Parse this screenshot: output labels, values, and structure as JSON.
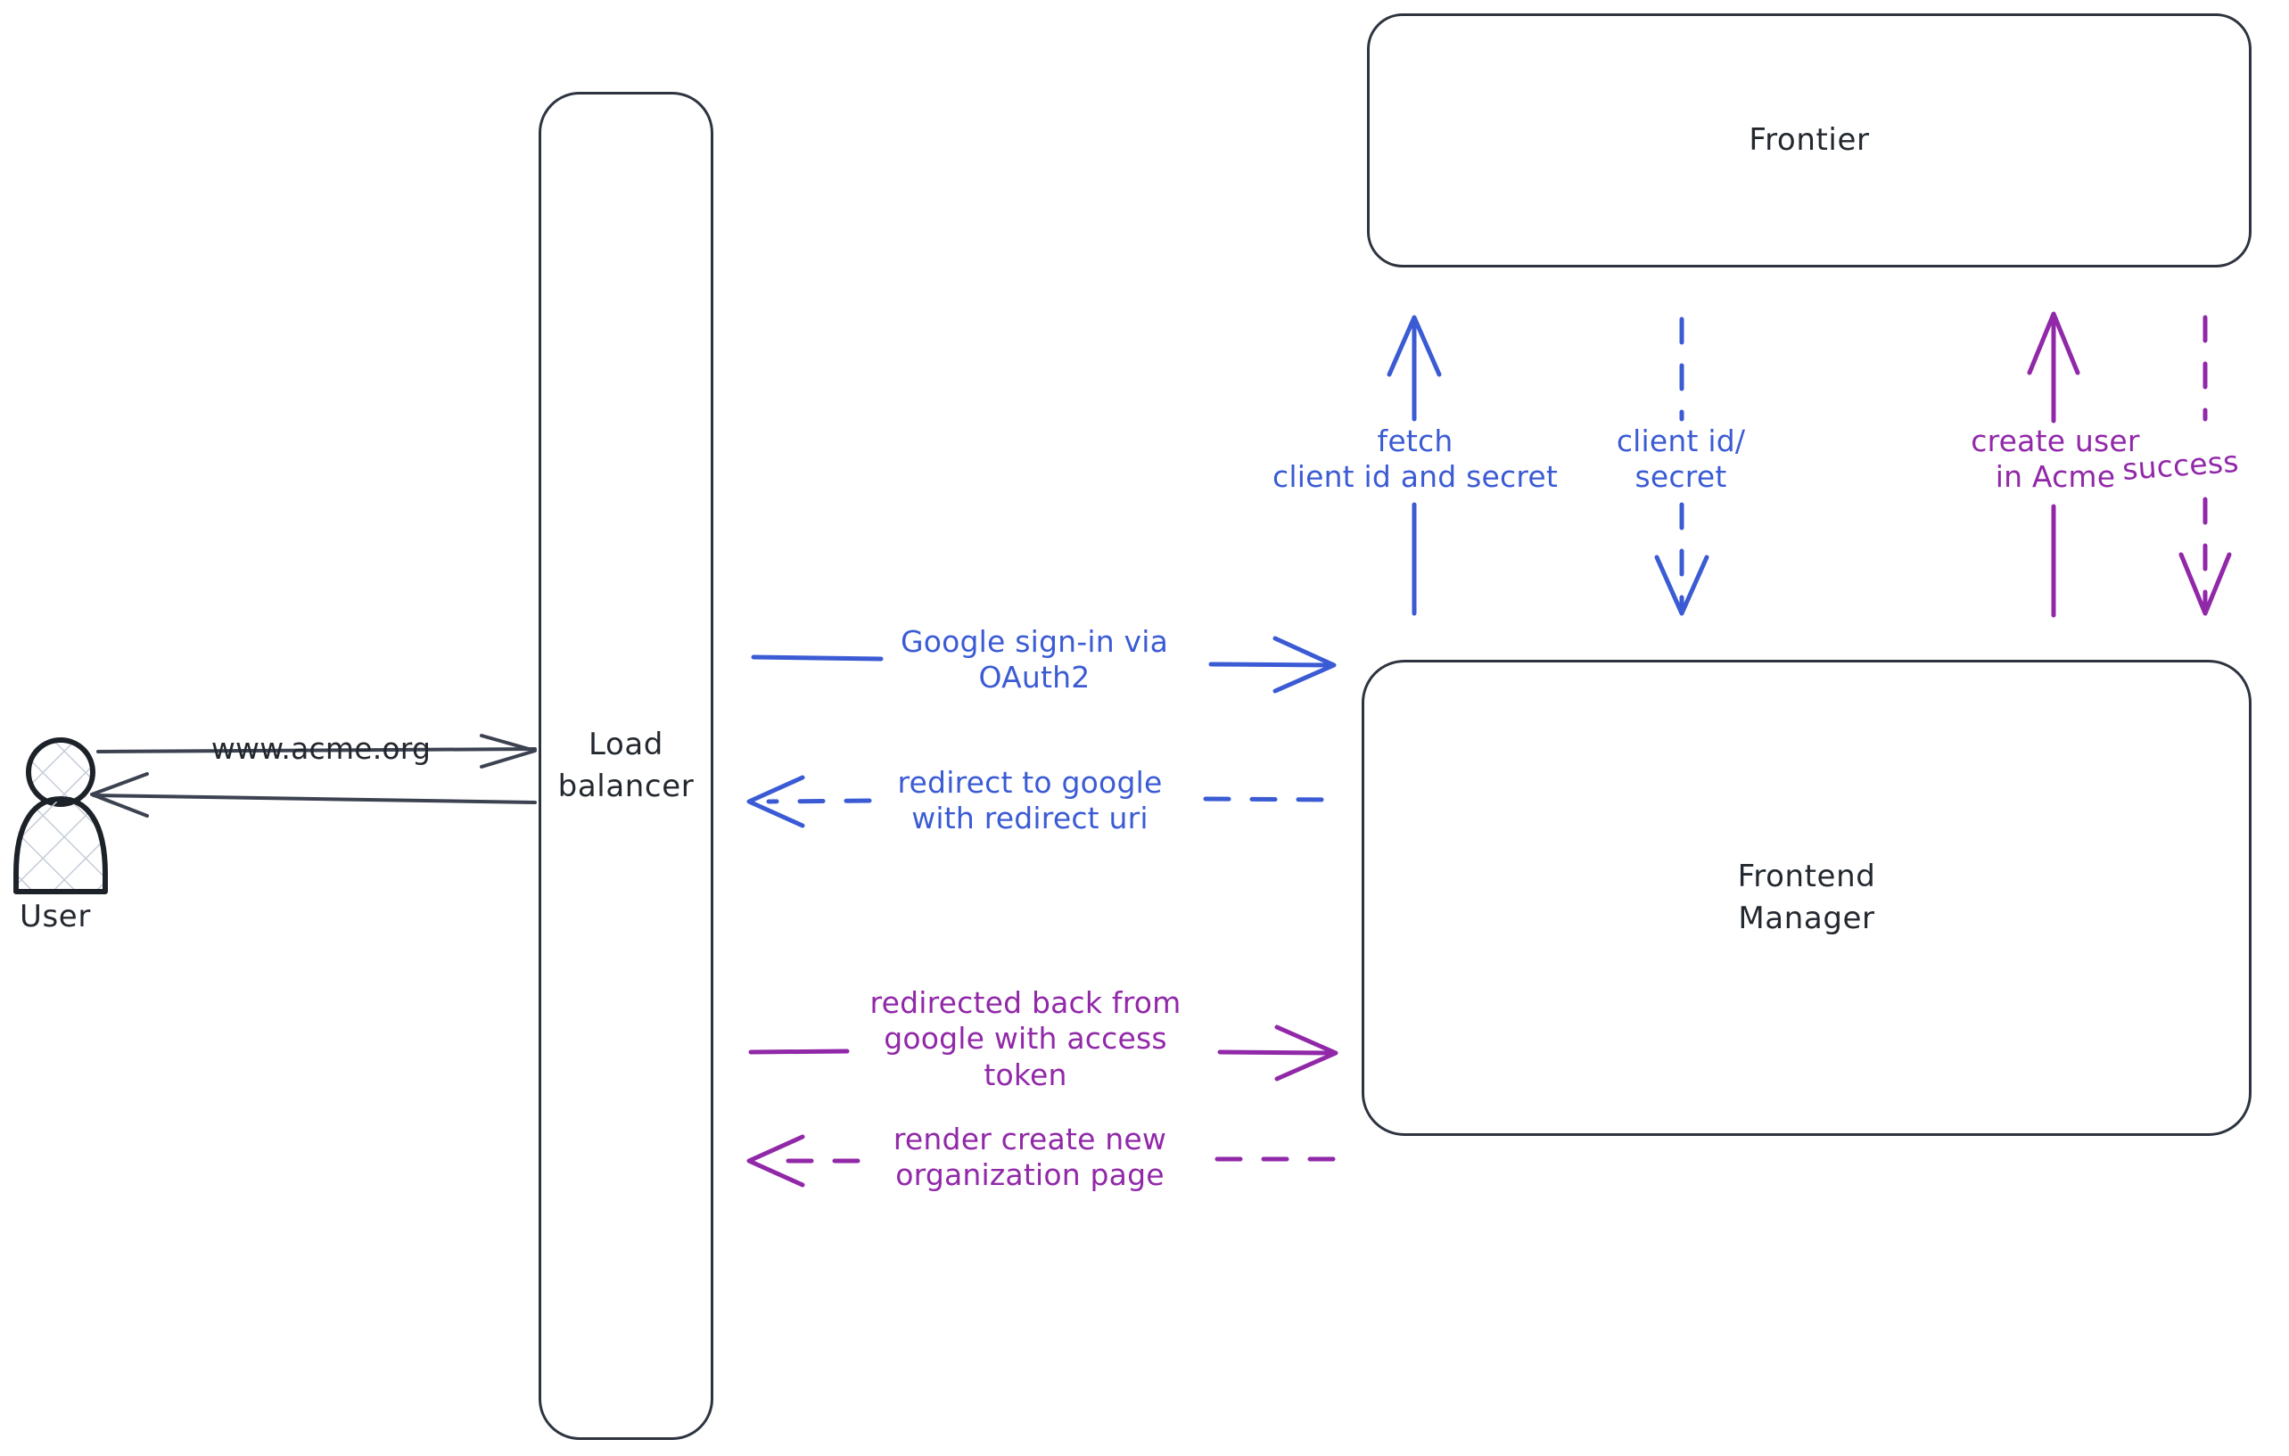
{
  "diagram": {
    "title": "Google OAuth2 sign-in sequence diagram",
    "colors": {
      "blue": "#3b5bd4",
      "purple": "#9128a8",
      "dark": "#23282f",
      "background": "#ffffff"
    },
    "actors": [
      {
        "id": "user",
        "label": "User",
        "shape": "person-with-hatch-fill"
      }
    ],
    "nodes": [
      {
        "id": "load-balancer",
        "label": "Load\nbalancer"
      },
      {
        "id": "frontier",
        "label": "Frontier"
      },
      {
        "id": "frontend-manager",
        "label": "Frontend\nManager"
      }
    ],
    "edges": [
      {
        "id": "user-to-lb",
        "label": "www.acme.org",
        "color": "#23282f",
        "style": "solid",
        "direction": "right",
        "from": "user",
        "to": "load-balancer"
      },
      {
        "id": "lb-to-user",
        "label": "",
        "color": "#23282f",
        "style": "solid",
        "direction": "left",
        "from": "load-balancer",
        "to": "user"
      },
      {
        "id": "lb-to-fm-signin",
        "label": "Google sign-in via\nOAuth2",
        "color": "#3b5bd4",
        "style": "solid",
        "direction": "right",
        "from": "load-balancer",
        "to": "frontend-manager"
      },
      {
        "id": "fm-to-lb-redirect",
        "label": "redirect to google\nwith redirect uri",
        "color": "#3b5bd4",
        "style": "dashed",
        "direction": "left",
        "from": "frontend-manager",
        "to": "load-balancer"
      },
      {
        "id": "lb-to-fm-token",
        "label": "redirected back from\ngoogle with access\ntoken",
        "color": "#9128a8",
        "style": "solid",
        "direction": "right",
        "from": "load-balancer",
        "to": "frontend-manager"
      },
      {
        "id": "fm-to-lb-render",
        "label": "render create new\norganization page",
        "color": "#9128a8",
        "style": "dashed",
        "direction": "left",
        "from": "frontend-manager",
        "to": "load-balancer"
      },
      {
        "id": "fm-to-frontier-fetch",
        "label": "fetch\nclient id and secret",
        "color": "#3b5bd4",
        "style": "solid",
        "direction": "up",
        "from": "frontend-manager",
        "to": "frontier"
      },
      {
        "id": "frontier-to-fm-clientid",
        "label": "client id/\nsecret",
        "color": "#3b5bd4",
        "style": "dashed",
        "direction": "down",
        "from": "frontier",
        "to": "frontend-manager"
      },
      {
        "id": "fm-to-frontier-createuser",
        "label": "create user\nin Acme",
        "color": "#9128a8",
        "style": "solid",
        "direction": "up",
        "from": "frontend-manager",
        "to": "frontier"
      },
      {
        "id": "frontier-to-fm-success",
        "label": "success",
        "color": "#9128a8",
        "style": "dashed",
        "direction": "down",
        "from": "frontier",
        "to": "frontend-manager"
      }
    ]
  }
}
